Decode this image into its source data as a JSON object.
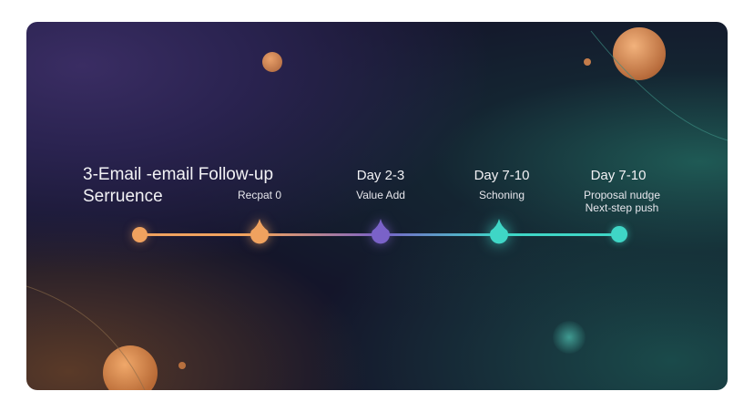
{
  "title_line1": "3-Email -email Follow-up",
  "title_line2": "Serruence",
  "stages": [
    {
      "head": "",
      "sub": "Recpat 0",
      "color": "#f0a25f"
    },
    {
      "head": "Day 2-3",
      "sub": "Value Add",
      "color": "#7a62c8"
    },
    {
      "head": "Day 7-10",
      "sub": "Schoning",
      "color": "#3fd6c6"
    },
    {
      "head": "Day 7-10",
      "sub": "Proposal nudge",
      "sub2": "Next-step push",
      "color": "#3fd6c6"
    }
  ],
  "colors": {
    "start": "#f0a25f",
    "orange": "#f0a25f",
    "purple": "#7a62c8",
    "teal": "#3fd6c6"
  }
}
